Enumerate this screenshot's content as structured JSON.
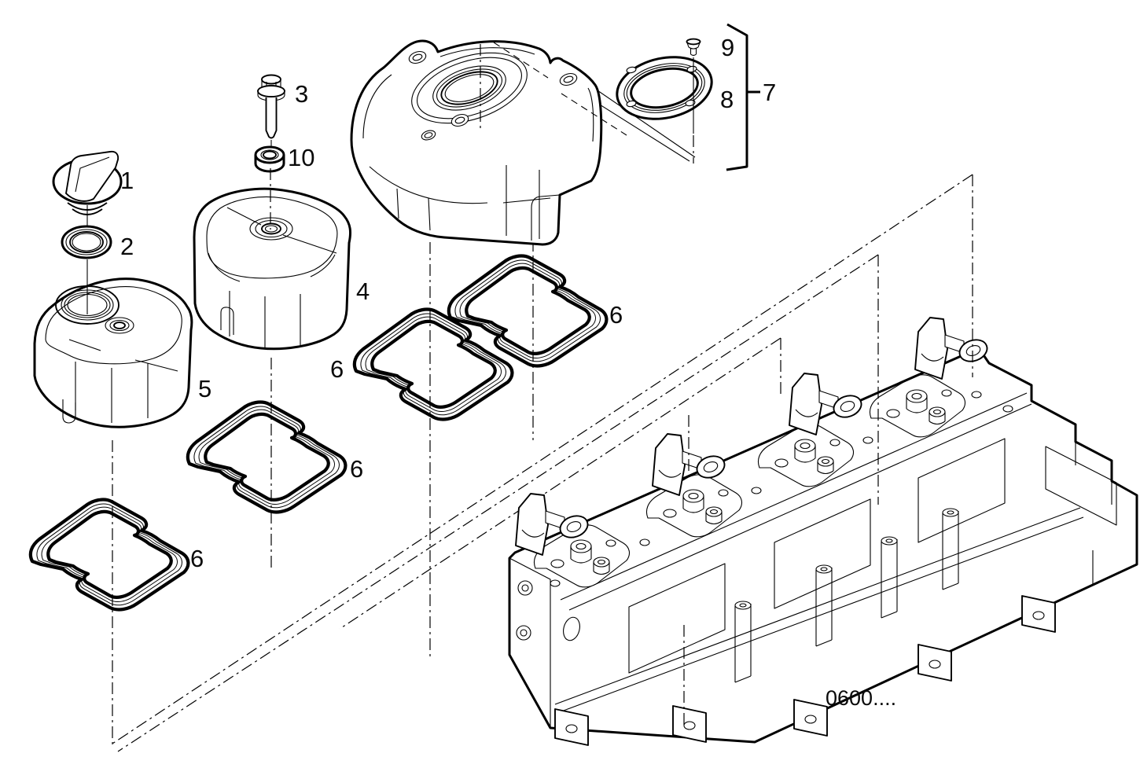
{
  "figure": {
    "type": "exploded-parts-diagram",
    "subject": "cylinder-head-covers-and-gaskets",
    "reference_code": "0600....",
    "background_color": "#ffffff",
    "line_color": "#000000"
  },
  "callouts": {
    "part1": "1",
    "part2": "2",
    "part3": "3",
    "part4": "4",
    "part5": "5",
    "part6_top": "6",
    "part6_mid": "6",
    "part6_lower": "6",
    "part6_bottom": "6",
    "part7": "7",
    "part8": "8",
    "part9": "9",
    "part10": "10"
  }
}
